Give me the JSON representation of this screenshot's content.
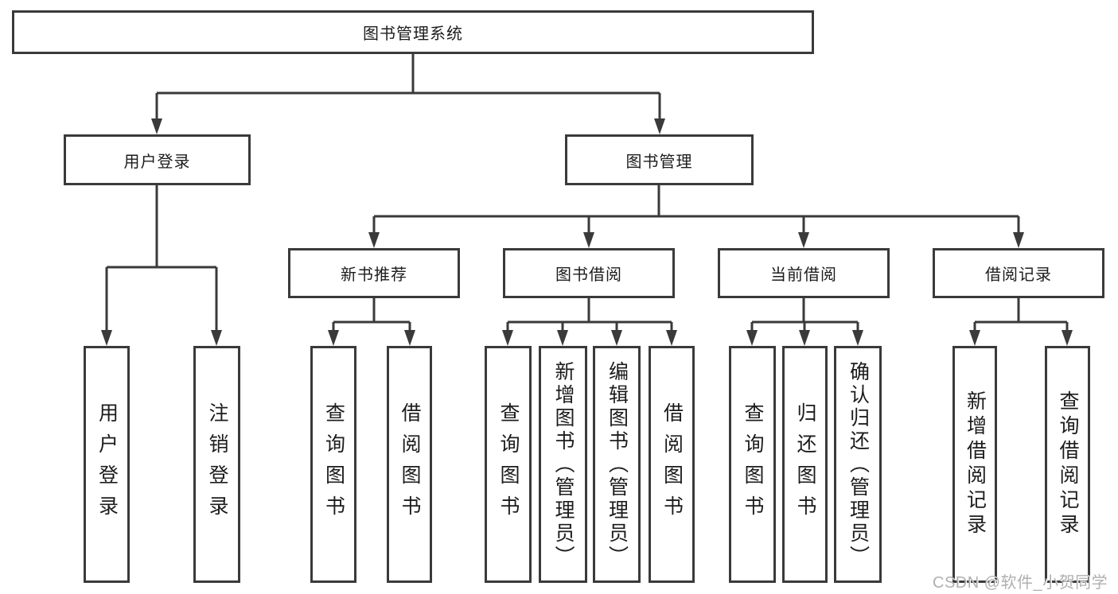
{
  "root": {
    "label": "图书管理系统"
  },
  "level2": {
    "user_login": {
      "label": "用户登录"
    },
    "book_mgmt": {
      "label": "图书管理"
    }
  },
  "level3": {
    "new_books": {
      "label": "新书推荐"
    },
    "book_borrow": {
      "label": "图书借阅"
    },
    "current_borrow": {
      "label": "当前借阅"
    },
    "borrow_records": {
      "label": "借阅记录"
    }
  },
  "leaves": {
    "user_login": [
      "用户登录",
      "注销登录"
    ],
    "new_books": [
      "查询图书",
      "借阅图书"
    ],
    "book_borrow": [
      "查询图书",
      "新增图书（管理员）",
      "编辑图书（管理员）",
      "借阅图书"
    ],
    "current_borrow": [
      "查询图书",
      "归还图书",
      "确认归还（管理员）"
    ],
    "borrow_records": [
      "新增借阅记录",
      "查询借阅记录"
    ]
  },
  "watermark": "CSDN @软件_小贺同学",
  "colors": {
    "line": "#3a3a3a",
    "box_border": "#3a3a3a",
    "box_fill": "#ffffff",
    "text": "#1c1c1c",
    "watermark": "#b0b0b0"
  }
}
